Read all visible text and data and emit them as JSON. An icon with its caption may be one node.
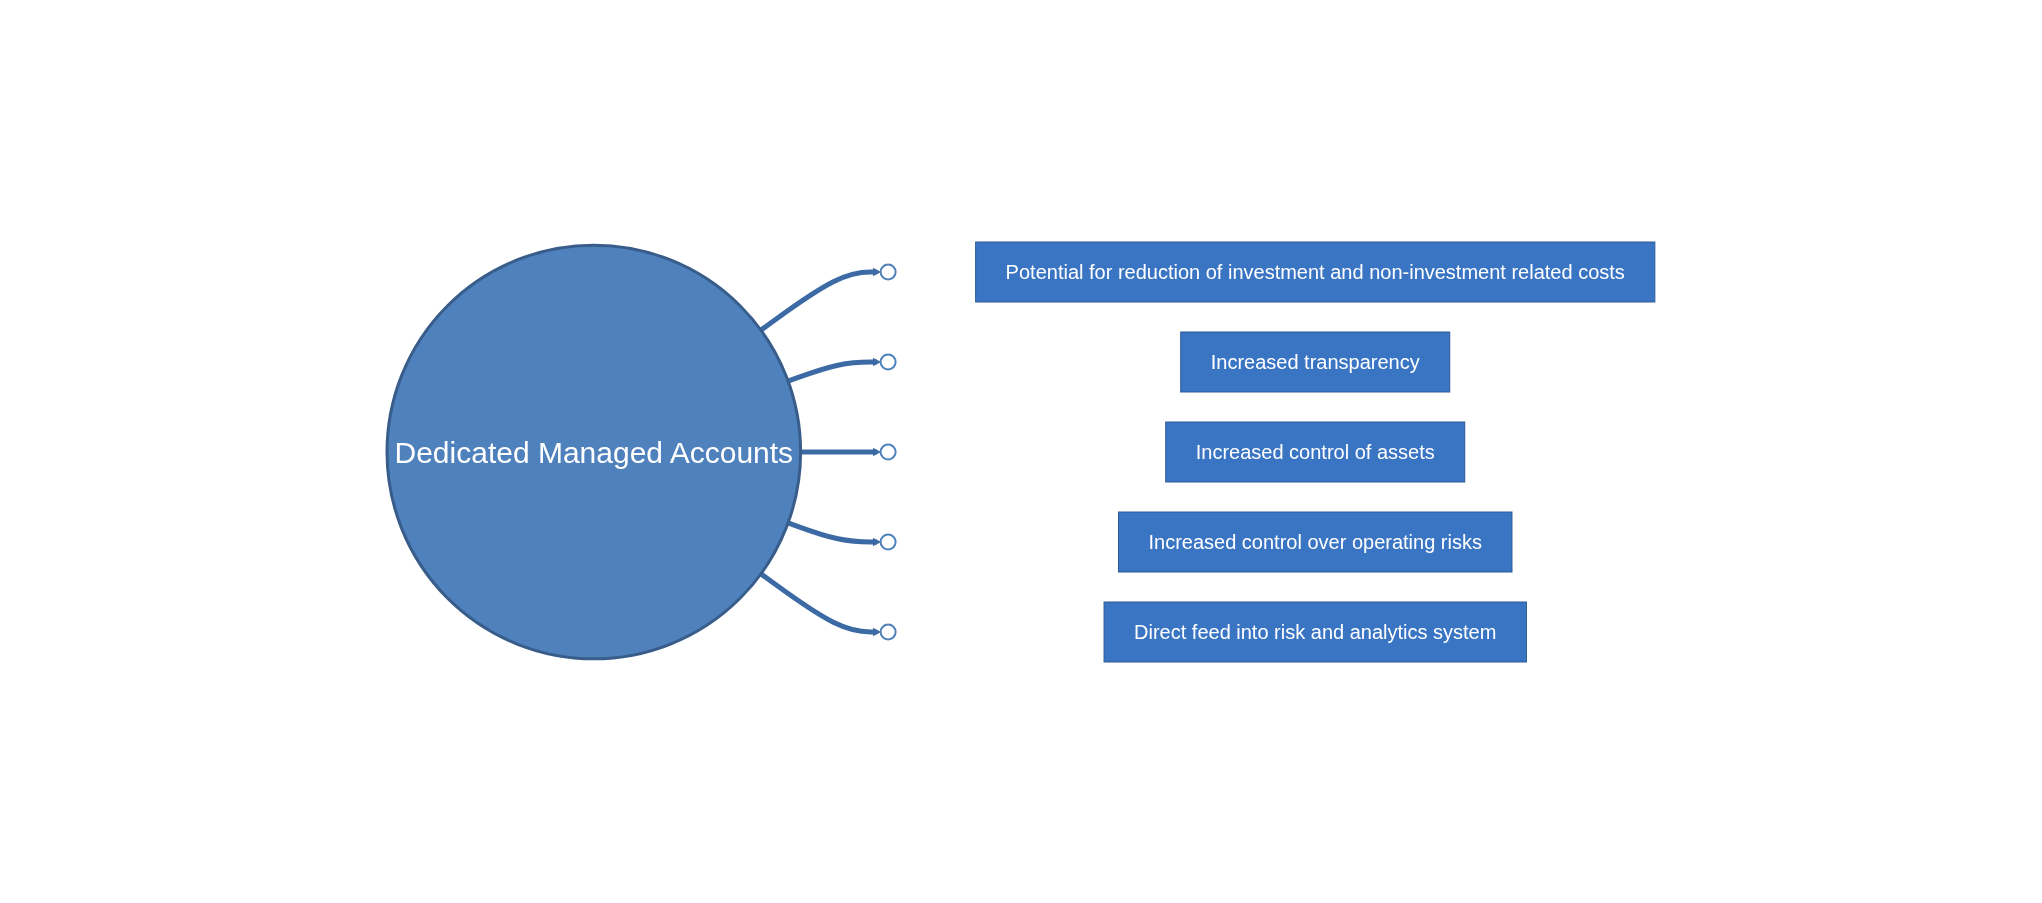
{
  "diagram": {
    "nodes": [
      {
        "text": [
          "Dedicated Managed Accounts"
        ]
      },
      {
        "text": [],
        "shape": "circle"
      },
      {
        "text": [
          "Potential for reduction of investment and non-investment related costs"
        ]
      },
      {
        "text": [],
        "shape": "circle"
      },
      {
        "text": [
          "Increased transparency"
        ]
      },
      {
        "text": [],
        "shape": "circle"
      },
      {
        "text": [
          "Increased control of assets"
        ]
      },
      {
        "text": [],
        "shape": "circle"
      },
      {
        "text": [
          "Increased control over operating risks"
        ]
      },
      {
        "text": [],
        "shape": "circle"
      },
      {
        "text": [
          "Direct feed into risk and analytics system"
        ]
      }
    ],
    "edges": [
      {
        "from": 0,
        "to": 1,
        "arrow": "to"
      },
      {
        "from": 0,
        "to": 3,
        "arrow": "to"
      },
      {
        "from": 0,
        "to": 5,
        "arrow": "to"
      },
      {
        "from": 0,
        "to": 7,
        "arrow": "to"
      },
      {
        "from": 0,
        "to": 9,
        "arrow": "to"
      }
    ]
  }
}
